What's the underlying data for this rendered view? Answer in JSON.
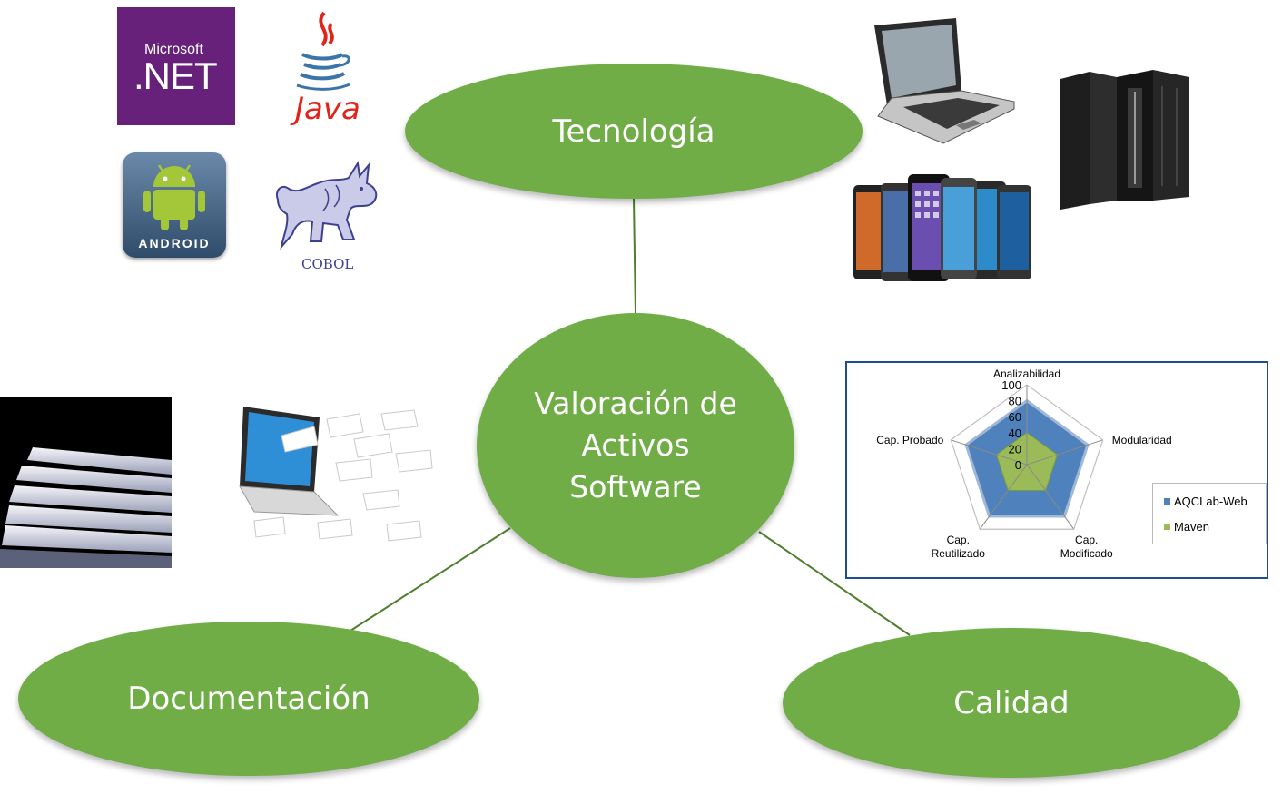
{
  "nodes": {
    "tecnologia": "Tecnología",
    "center": [
      "Valoración de",
      "Activos",
      "Software"
    ],
    "documentacion": "Documentación",
    "calidad": "Calidad"
  },
  "colors": {
    "node_fill": "#70ad47",
    "node_text": "#ffffff",
    "connector": "#4e7f2c"
  },
  "logos": {
    "net": {
      "line1": "Microsoft",
      "line2": ".NET"
    },
    "java": "Java",
    "android": "ANDROID",
    "cobol": "COBOL"
  },
  "images": [
    "laptop",
    "smartphones",
    "mainframe-server",
    "paper-stack",
    "laptop-with-flying-documents"
  ],
  "chart_data": {
    "type": "radar",
    "axes": [
      "Analizabilidad",
      "Modularidad",
      "Cap. Modificado",
      "Cap. Reutilizado",
      "Cap. Probado"
    ],
    "axis_label_lines": [
      [
        "Analizabilidad"
      ],
      [
        "Modularidad"
      ],
      [
        "Cap.",
        "Modificado"
      ],
      [
        "Cap.",
        "Reutilizado"
      ],
      [
        "Cap. Probado"
      ]
    ],
    "ticks": [
      0,
      20,
      40,
      60,
      80,
      100
    ],
    "range": [
      0,
      100
    ],
    "series": [
      {
        "name": "AQCLab-Web",
        "values": [
          80,
          80,
          80,
          80,
          80
        ],
        "color": "#4f81bd"
      },
      {
        "name": "Maven",
        "values": [
          40,
          40,
          40,
          40,
          40
        ],
        "color": "#9bbb59"
      }
    ],
    "legend_position": "right"
  }
}
